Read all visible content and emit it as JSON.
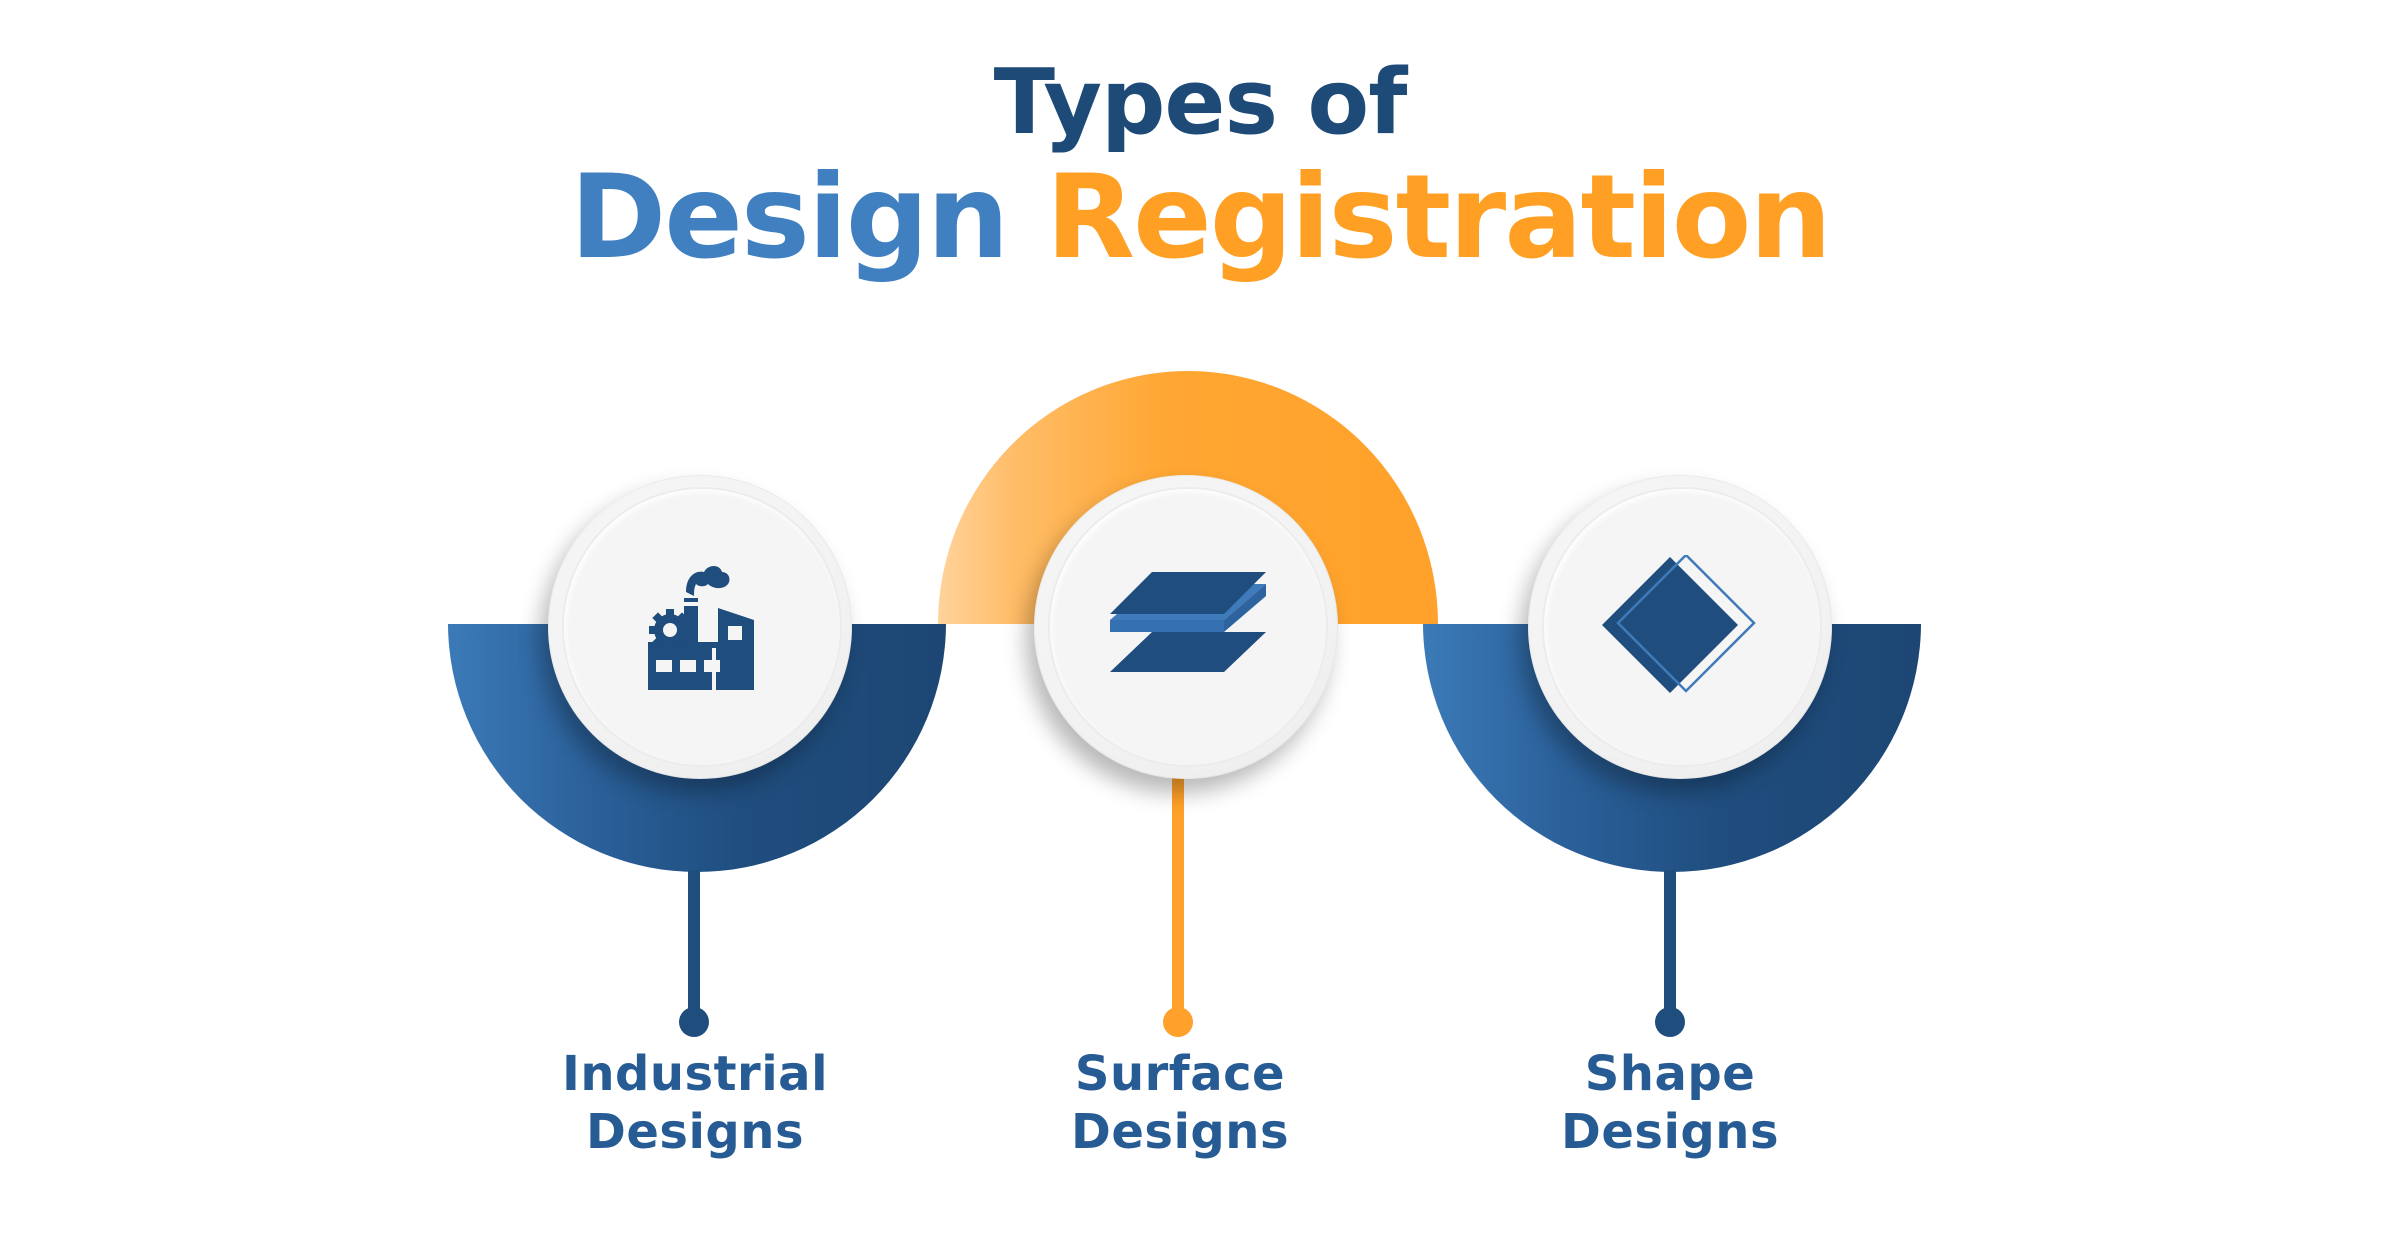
{
  "title": {
    "line1": "Types of",
    "line2_part1": "Design",
    "line2_part2": "Registration"
  },
  "colors": {
    "navy": "#1e4a78",
    "blue": "#4180c0",
    "orange": "#ffa025",
    "label": "#265b94"
  },
  "items": [
    {
      "icon": "factory-icon",
      "label_line1": "Industrial",
      "label_line2": "Designs",
      "accent": "blue"
    },
    {
      "icon": "layers-icon",
      "label_line1": "Surface",
      "label_line2": "Designs",
      "accent": "orange"
    },
    {
      "icon": "diamond-shape-icon",
      "label_line1": "Shape",
      "label_line2": "Designs",
      "accent": "blue"
    }
  ]
}
